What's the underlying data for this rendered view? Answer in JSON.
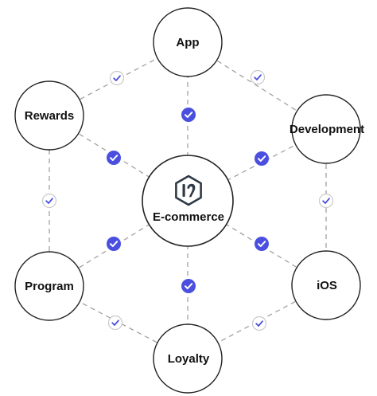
{
  "center": {
    "label": "E-commerce",
    "logo_icon": "hexagon-logo-icon"
  },
  "nodes": [
    {
      "id": "app",
      "label": "App"
    },
    {
      "id": "development",
      "label": "Development"
    },
    {
      "id": "ios",
      "label": "iOS"
    },
    {
      "id": "loyalty",
      "label": "Loyalty"
    },
    {
      "id": "program",
      "label": "Program"
    },
    {
      "id": "rewards",
      "label": "Rewards"
    }
  ],
  "colors": {
    "accent": "#4a4fe0",
    "outline": "#222222",
    "dashed_edge": "#9a9a9a"
  },
  "check_icons": {
    "spoke": "check-filled-icon",
    "ring": "check-outline-icon"
  }
}
